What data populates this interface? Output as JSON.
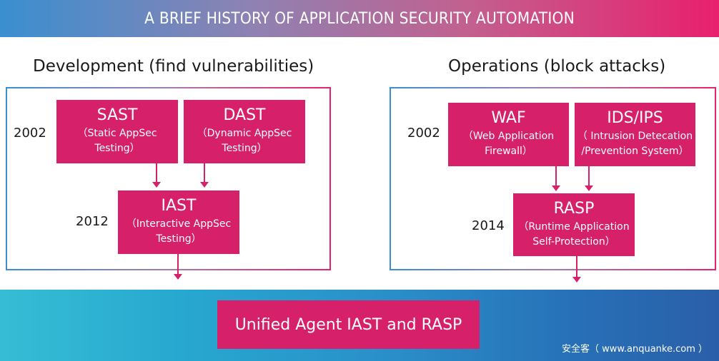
{
  "title": "A BRIEF HISTORY OF APPLICATION SECURITY AUTOMATION",
  "sections": {
    "development": {
      "heading": "Development (find vulnerabilities)",
      "years": [
        "2002",
        "2012"
      ],
      "boxes": [
        {
          "title": "SAST",
          "sub1": "（Static  AppSec",
          "sub2": "Testing）"
        },
        {
          "title": "DAST",
          "sub1": "（Dynamic  AppSec",
          "sub2": "Testing）"
        },
        {
          "title": "IAST",
          "sub1": "（Interactive AppSec",
          "sub2": "Testing）"
        }
      ]
    },
    "operations": {
      "heading": "Operations (block attacks)",
      "years": [
        "2002",
        "2014"
      ],
      "boxes": [
        {
          "title": "WAF",
          "sub1": "（Web Application",
          "sub2": "Firewall）"
        },
        {
          "title": "IDS/IPS",
          "sub1": "（ Intrusion Detecation",
          "sub2": "/Prevention System）"
        },
        {
          "title": "RASP",
          "sub1": "（Runtime  Application",
          "sub2": "Self-Protection）"
        }
      ]
    }
  },
  "unified": "Unified Agent IAST and RASP",
  "watermark": "安全客（ www.anquanke.com ）",
  "colors": {
    "accent": "#d6206a",
    "gradient_start": "#3a8fd0",
    "gradient_end": "#e8206d"
  }
}
